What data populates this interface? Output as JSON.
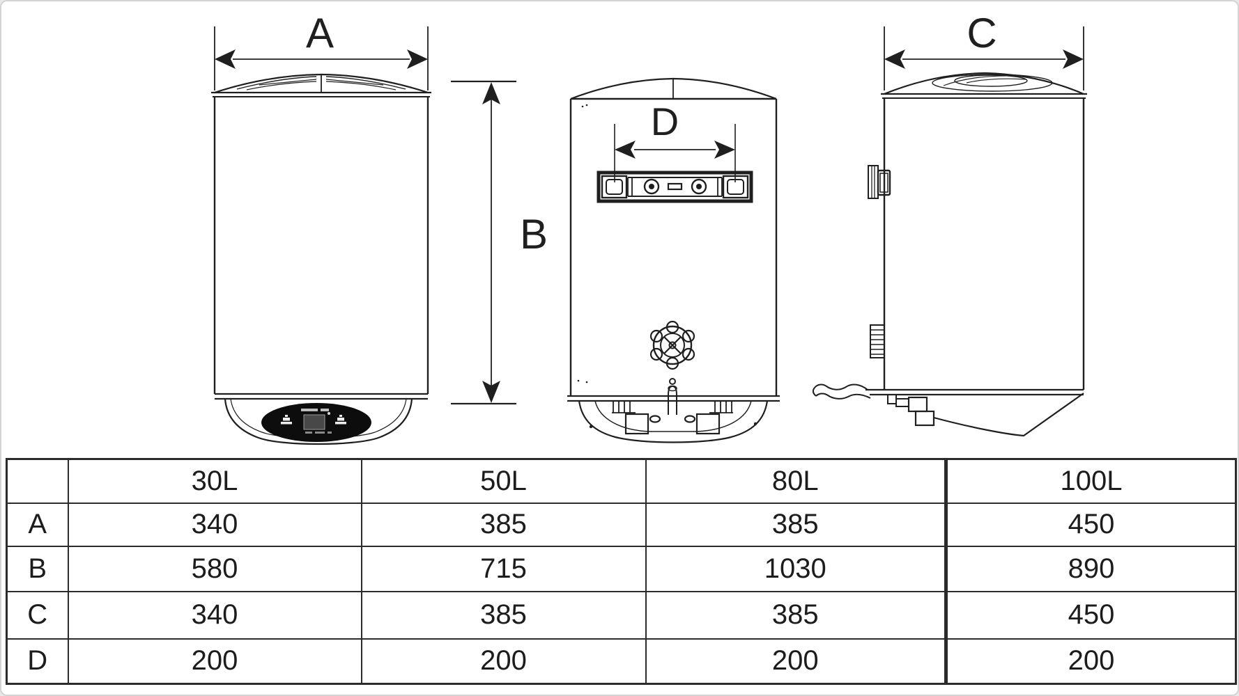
{
  "dims": {
    "a": "A",
    "b": "B",
    "c": "C",
    "d": "D"
  },
  "table": {
    "corner_label": "",
    "columns": [
      "30L",
      "50L",
      "80L",
      "100L"
    ],
    "rows": [
      {
        "label": "A",
        "values": [
          "340",
          "385",
          "385",
          "450"
        ]
      },
      {
        "label": "B",
        "values": [
          "580",
          "715",
          "1030",
          "890"
        ]
      },
      {
        "label": "C",
        "values": [
          "340",
          "385",
          "385",
          "450"
        ]
      },
      {
        "label": "D",
        "values": [
          "200",
          "200",
          "200",
          "200"
        ]
      }
    ]
  },
  "colors": {
    "line": "#1f1f1f",
    "control_panel": "#0d0d0d",
    "table_border": "#2b2b2b",
    "frame_border": "#d4d4d4"
  }
}
